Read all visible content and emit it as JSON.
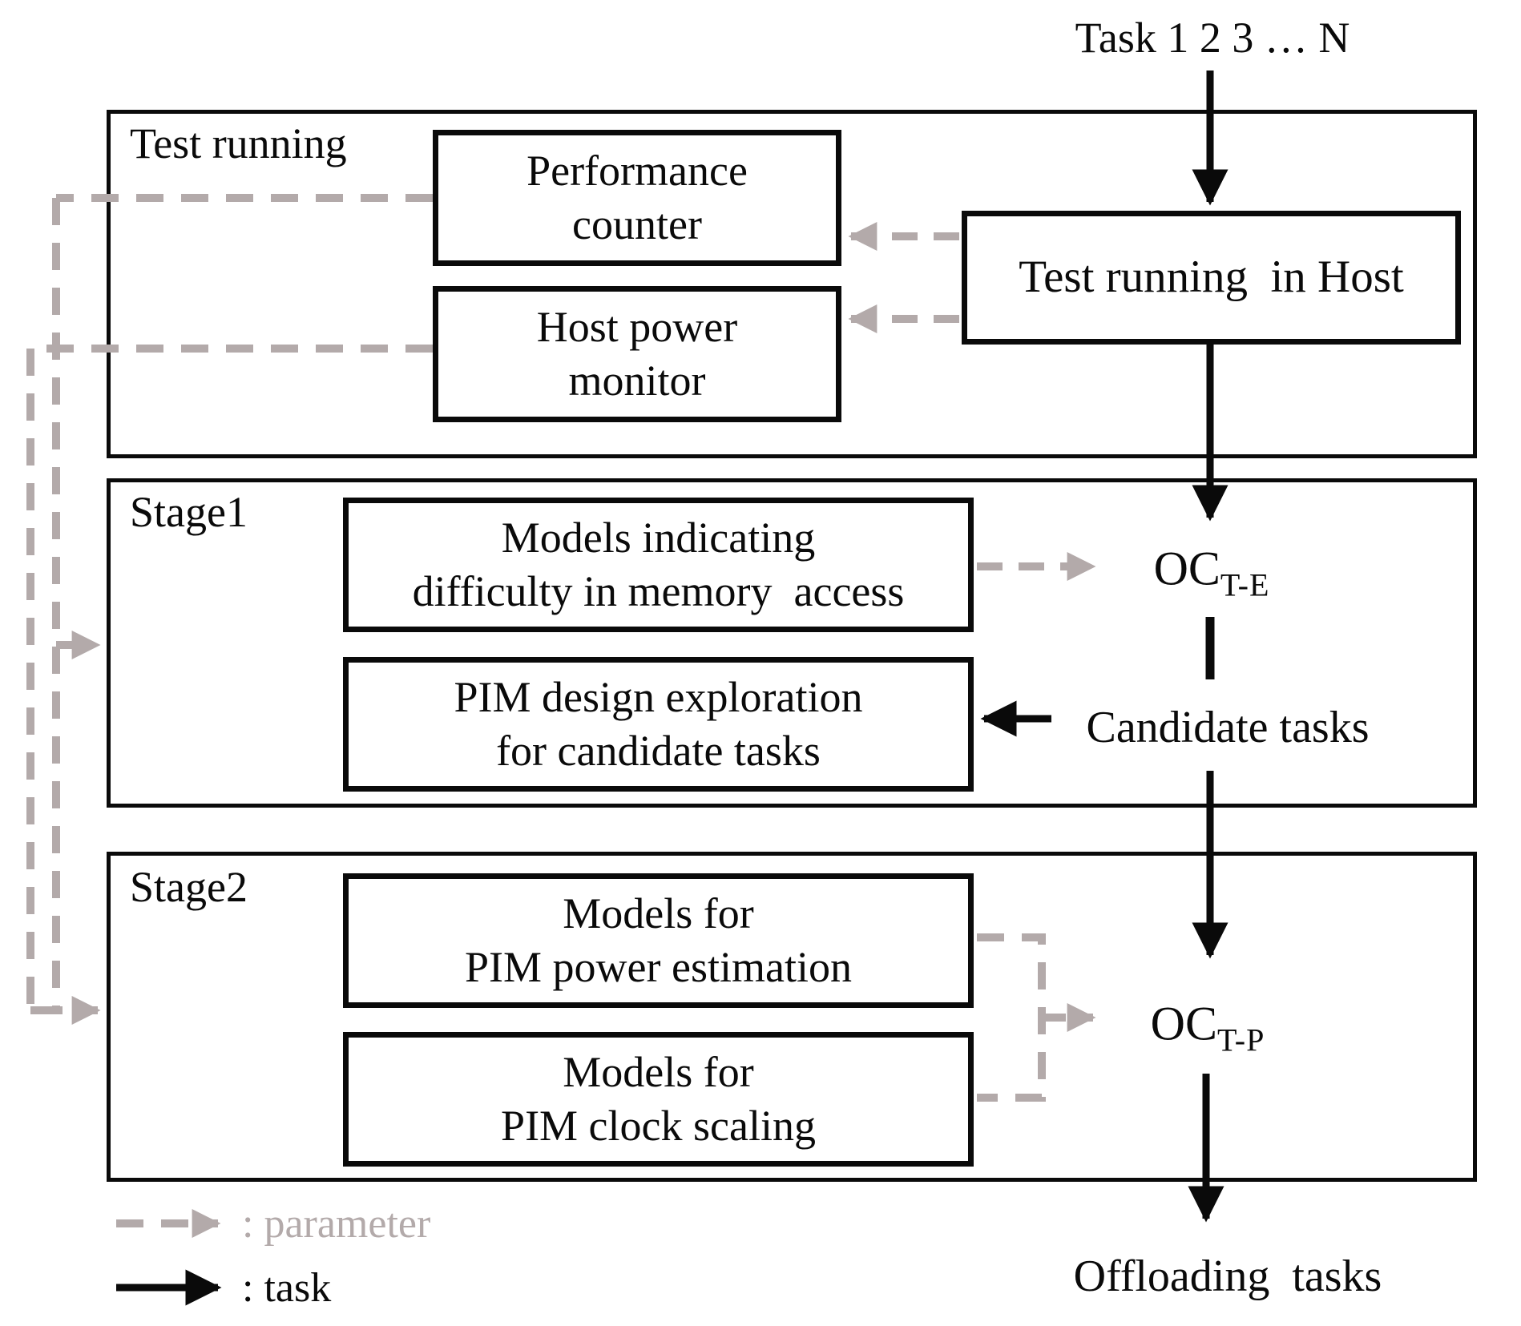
{
  "task_flow": {
    "input_label": "Task 1 2 3 … N",
    "candidate_label": "Candidate tasks",
    "offloading_label": "Offloading  tasks",
    "oc_te": {
      "base": "OC",
      "sub": "T-E"
    },
    "oc_tp": {
      "base": "OC",
      "sub": "T-P"
    }
  },
  "sections": {
    "test_running": {
      "label": "Test running",
      "boxes": {
        "performance_counter": {
          "line1": "Performance",
          "line2": "counter"
        },
        "host_power_monitor": {
          "line1": "Host power",
          "line2": "monitor"
        },
        "test_running_in_host": {
          "line1": "Test running  in Host"
        }
      }
    },
    "stage1": {
      "label": "Stage1",
      "boxes": {
        "models_memory": {
          "line1": "Models indicating",
          "line2": "difficulty in memory  access"
        },
        "pim_design": {
          "line1": "PIM design exploration",
          "line2": "for candidate tasks"
        }
      }
    },
    "stage2": {
      "label": "Stage2",
      "boxes": {
        "models_power": {
          "line1": "Models for",
          "line2": "PIM power estimation"
        },
        "models_clock": {
          "line1": "Models for",
          "line2": "PIM clock scaling"
        }
      }
    }
  },
  "legend": {
    "parameter": ": parameter",
    "task": ": task"
  },
  "colors": {
    "line_black": "#0a0a0a",
    "line_gray": "#b3aaaa",
    "background": "#ffffff"
  }
}
